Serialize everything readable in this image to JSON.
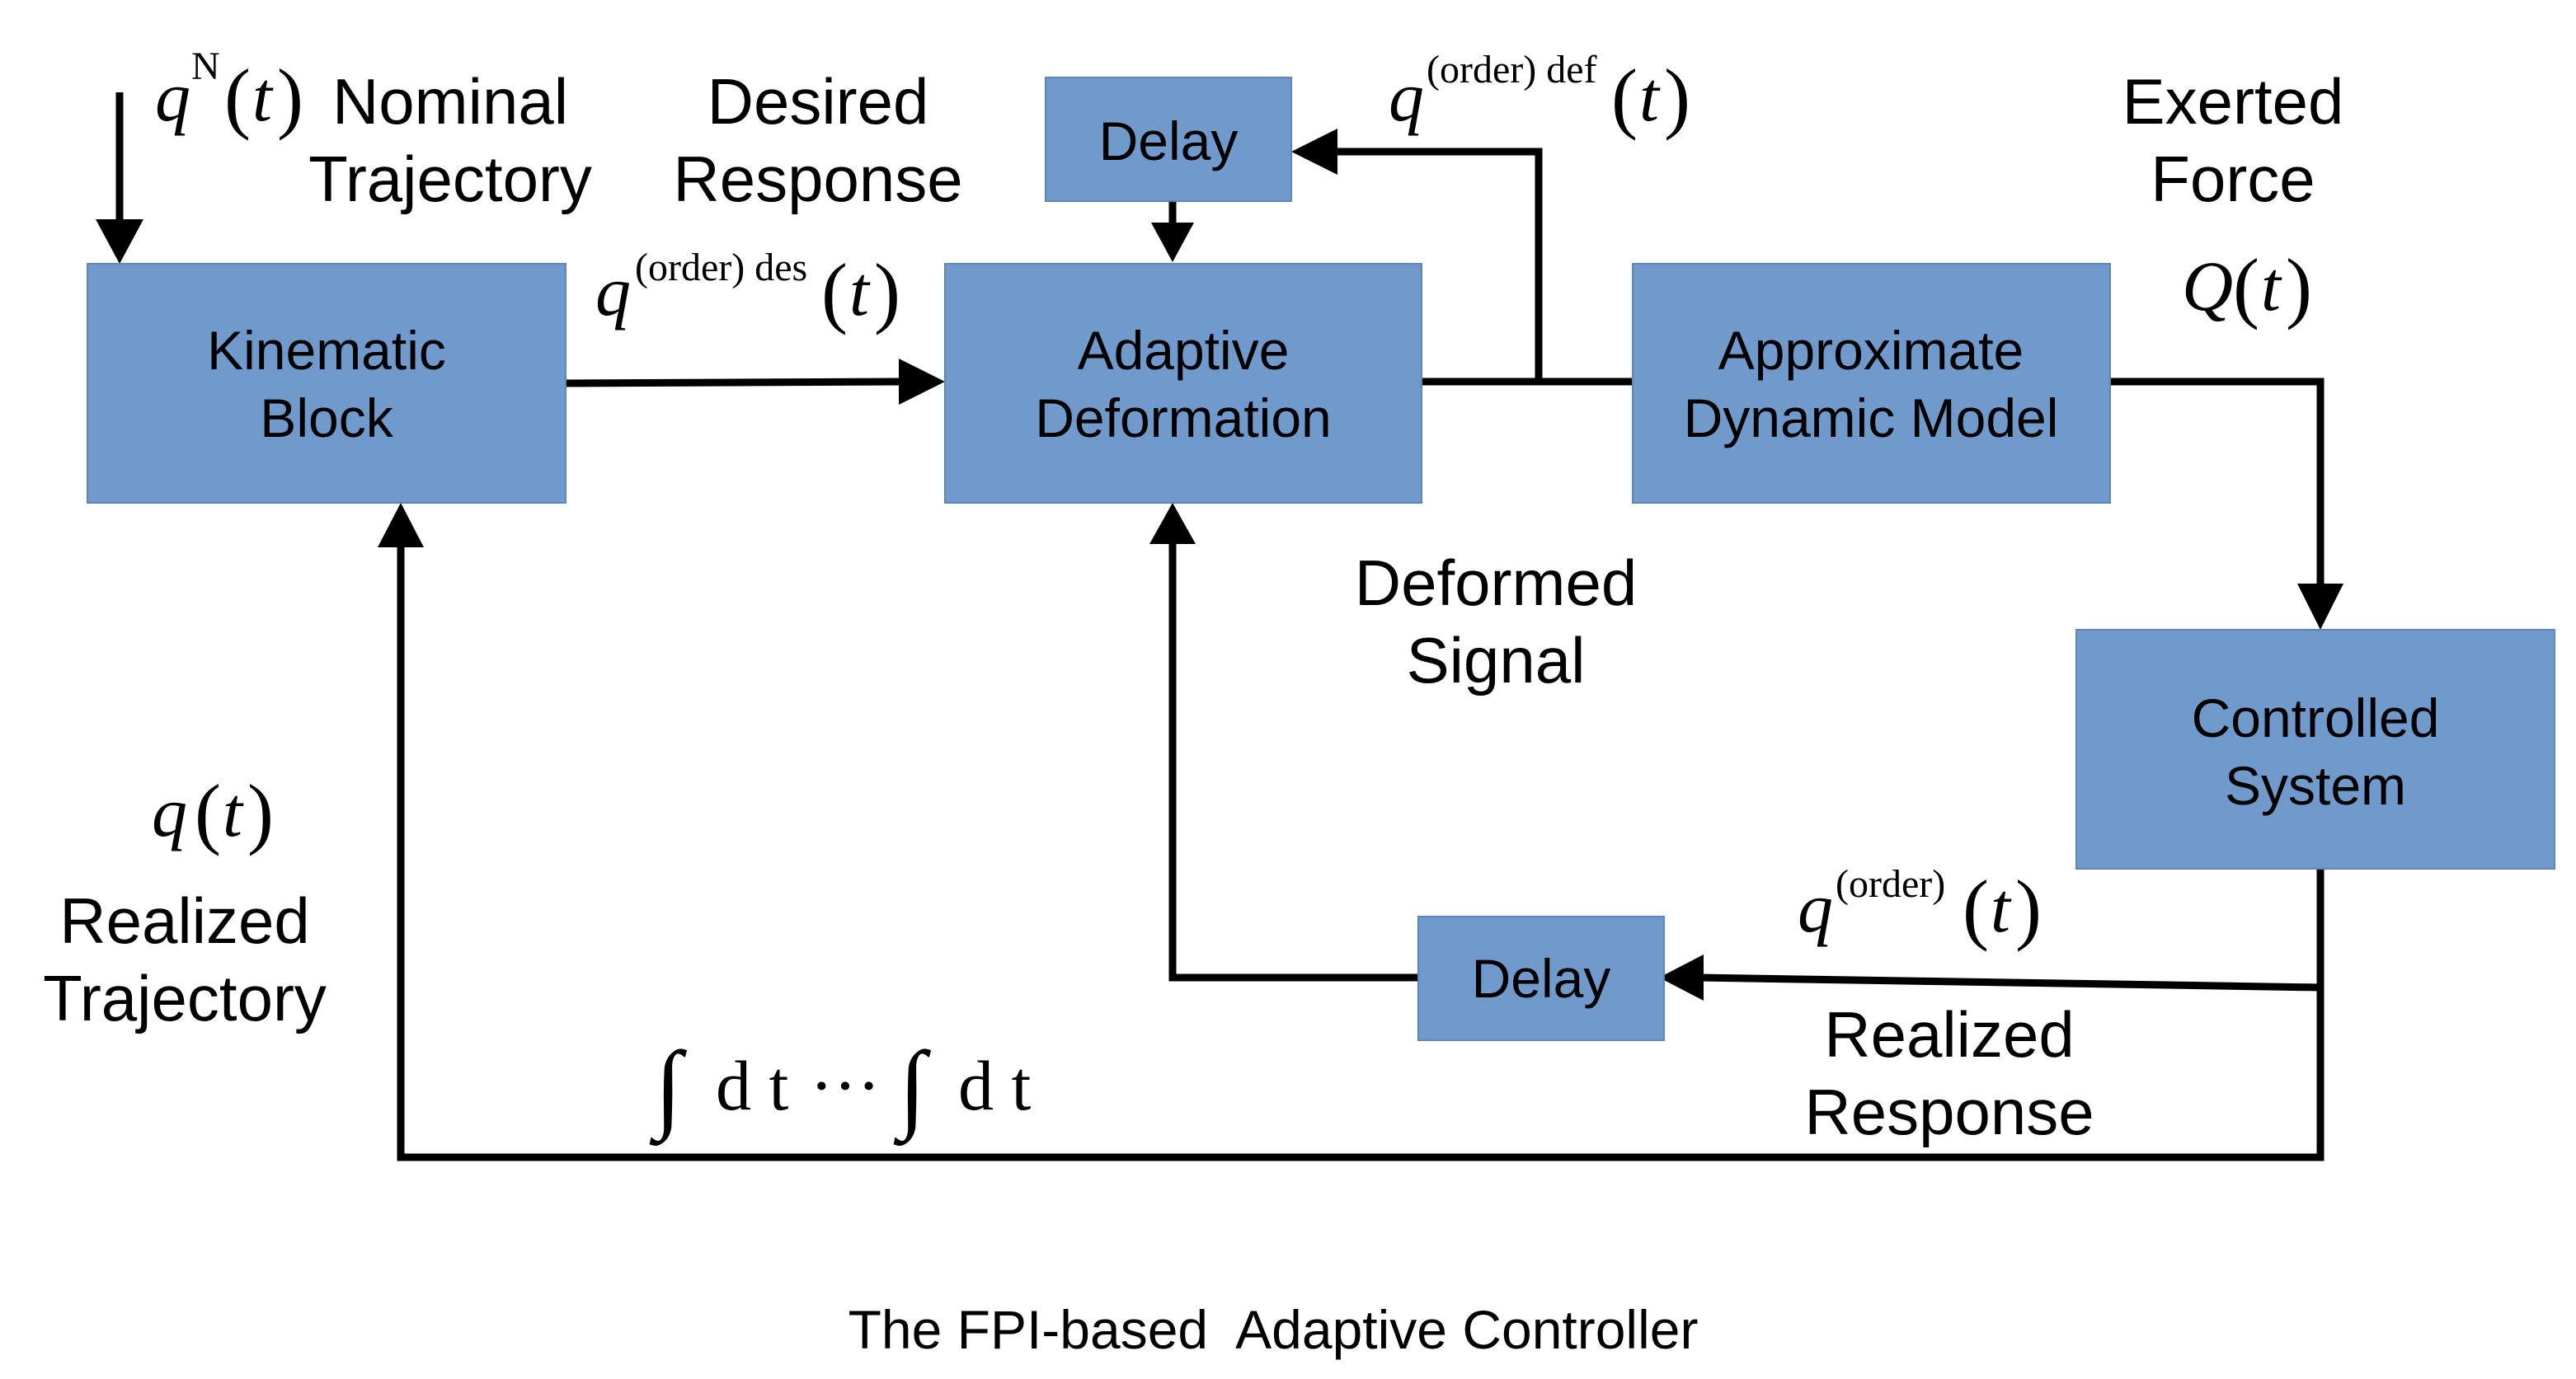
{
  "colors": {
    "block_fill": "#7099cc",
    "block_stroke": "#5b86bd",
    "line": "#000000",
    "background": "#ffffff"
  },
  "blocks": {
    "kinematic": [
      "Kinematic",
      "Block"
    ],
    "adaptive": [
      "Adaptive",
      "Deformation"
    ],
    "approximate": [
      "Approximate",
      "Dynamic Model"
    ],
    "controlled": [
      "Controlled",
      "System"
    ],
    "delay_top": "Delay",
    "delay_bottom": "Delay"
  },
  "labels": {
    "nominal": [
      "Nominal",
      "Trajectory"
    ],
    "desired": [
      "Desired",
      "Response"
    ],
    "exerted": [
      "Exerted",
      "Force"
    ],
    "deformed": [
      "Deformed",
      "Signal"
    ],
    "realized_trajectory": [
      "Realized",
      "Trajectory"
    ],
    "realized_response": [
      "Realized",
      "Response"
    ]
  },
  "math": {
    "q": "q",
    "Q": "Q",
    "t": "t",
    "open_paren": "(",
    "close_paren": ")",
    "sup_nominal": "N",
    "sup_desired": "(order) des",
    "sup_deformed": "(order) def",
    "sup_realized": "(order)",
    "integral": "∫",
    "dt": "d t",
    "dots": "···"
  },
  "caption": "The FPI-based  Adaptive Controller"
}
